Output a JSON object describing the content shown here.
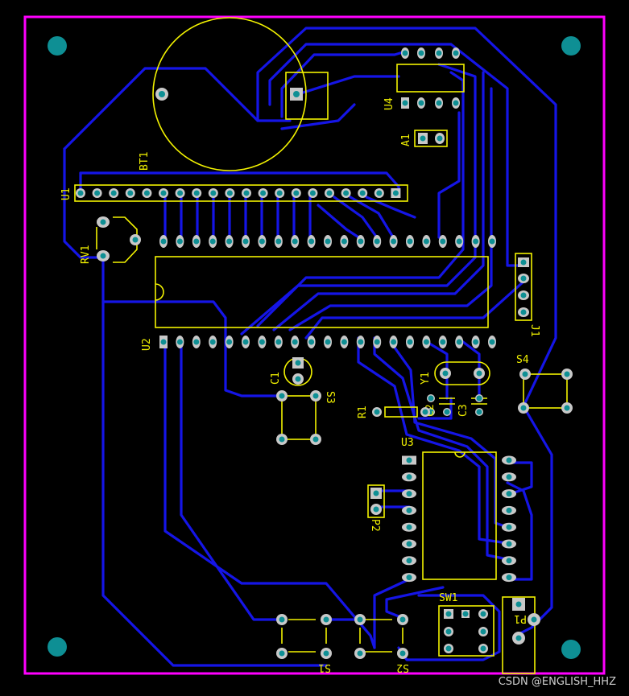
{
  "board": {
    "outline_color": "#ff00ff",
    "trace_color": "#1515e6",
    "silk_color": "#f2f200",
    "pad_color": "#c8c8c8",
    "hole_color": "#0e8f94"
  },
  "labels": {
    "bt1": "BT1",
    "u1": "U1",
    "u2": "U2",
    "u3": "U3",
    "u4": "U4",
    "a1": "A1",
    "rv1": "RV1",
    "j1": "J1",
    "y1": "Y1",
    "c1": "C1",
    "c2": "C2",
    "c3": "C3",
    "r1": "R1",
    "s1": "S1",
    "s2": "S2",
    "s3": "S3",
    "s4": "S4",
    "sw1": "SW1",
    "p1": "P1",
    "p2": "P2"
  },
  "watermark": "CSDN @ENGLISH_HHZ"
}
